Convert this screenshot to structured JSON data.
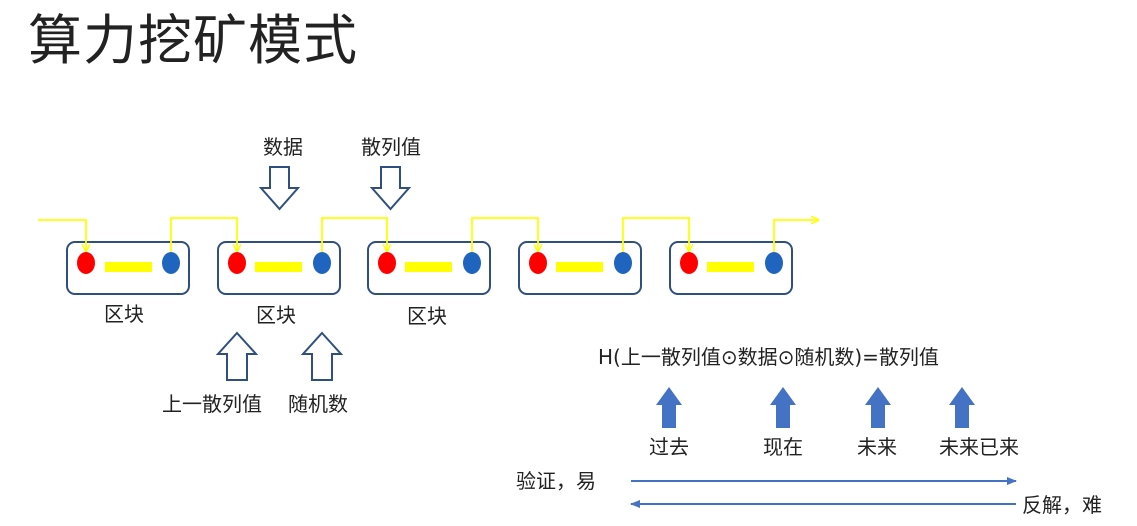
{
  "title": "算力挖矿模式",
  "labels": {
    "data": "数据",
    "hash_value": "散列值",
    "block": "区块",
    "prev_hash": "上一散列值",
    "nonce": "随机数"
  },
  "formula": "H(上一散列值⊙数据⊙随机数)=散列值",
  "time_labels": [
    "过去",
    "现在",
    "未来",
    "未来已来"
  ],
  "verify_label": "验证，易",
  "reverse_label": "反解，难",
  "colors": {
    "block_border": "#2f4f7f",
    "red_dot": "#ff0000",
    "blue_dot": "#1f64bf",
    "yellow": "#ffff00",
    "arrow_blue": "#4472c4",
    "hollow_arrow": "#2f4f7f"
  }
}
